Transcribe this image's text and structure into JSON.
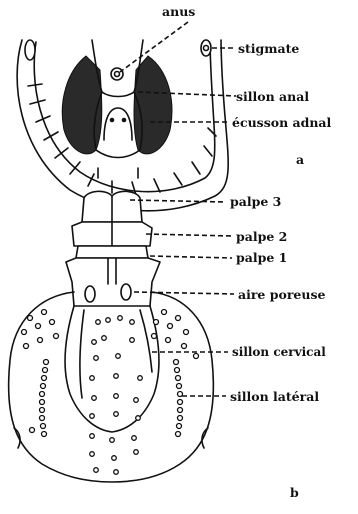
{
  "figure_a": {
    "labels": {
      "anus": "anus",
      "stigmate": "stigmate",
      "sillon_anal": "sillon anal",
      "ecusson_adnal": "écusson adnal"
    },
    "panel_letter": "a"
  },
  "figure_b": {
    "labels": {
      "palpe3": "palpe 3",
      "palpe2": "palpe 2",
      "palpe1": "palpe 1",
      "aire_poreuse": "aire poreuse",
      "sillon_cervical": "sillon cervical",
      "sillon_lateral": "sillon latéral"
    },
    "panel_letter": "b"
  }
}
